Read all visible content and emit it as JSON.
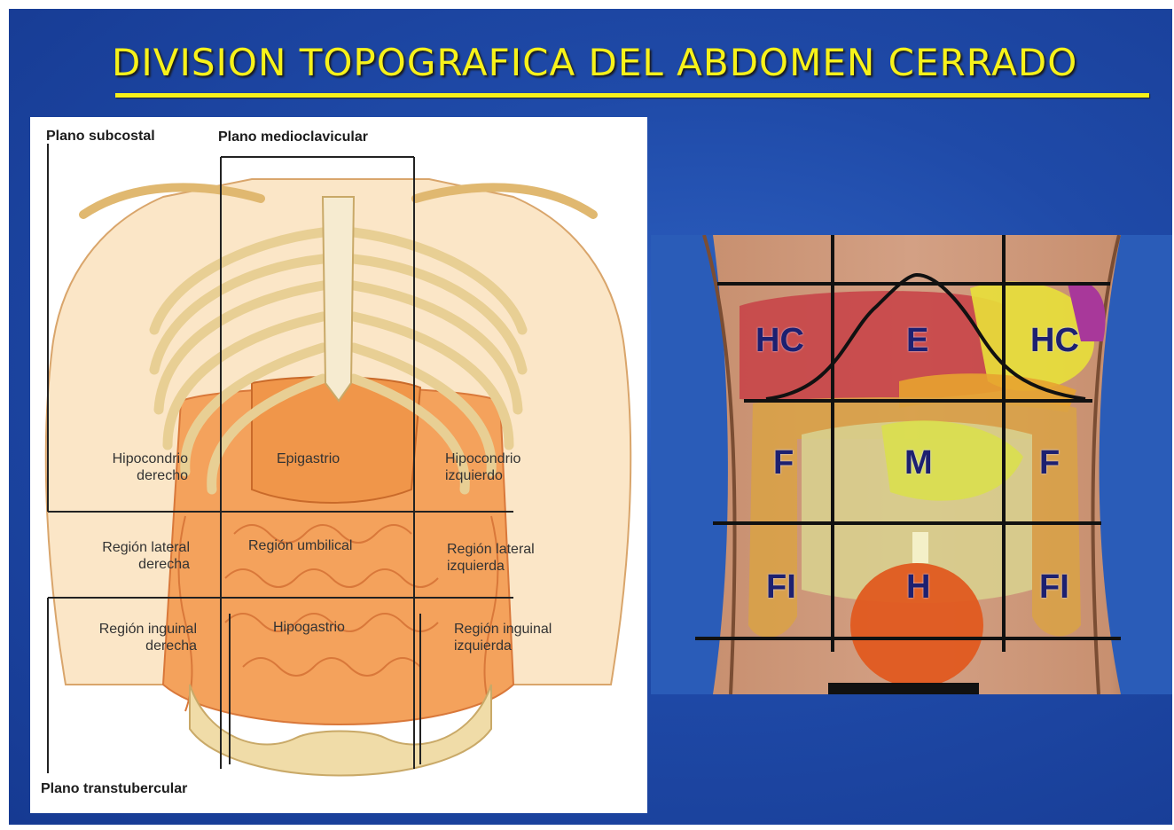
{
  "title": "DIVISION TOPOGRAFICA DEL ABDOMEN CERRADO",
  "left_figure": {
    "planes": {
      "subcostal": "Plano subcostal",
      "medioclavicular": "Plano medioclavicular",
      "transtubercular": "Plano transtubercular"
    },
    "regions": {
      "hipocondrio_derecho": [
        "Hipocondrio",
        "derecho"
      ],
      "epigastrio": "Epigastrio",
      "hipocondrio_izquierdo": [
        "Hipocondrio",
        "izquierdo"
      ],
      "lateral_derecha": [
        "Región lateral",
        "derecha"
      ],
      "umbilical": "Región umbilical",
      "lateral_izquierda": [
        "Región lateral",
        "izquierda"
      ],
      "inguinal_derecha": [
        "Región inguinal",
        "derecha"
      ],
      "hipogastrio": "Hipogastrio",
      "inguinal_izquierda": [
        "Región inguinal",
        "izquierda"
      ]
    }
  },
  "right_figure": {
    "codes": {
      "hc_left": "HC",
      "e": "E",
      "hc_right": "HC",
      "f_left": "F",
      "m": "M",
      "f_right": "F",
      "fi_left": "FI",
      "h": "H",
      "fi_right": "FI"
    }
  },
  "colors": {
    "title": "#f7f21a",
    "background": "#1f4aa8",
    "code_text": "#1d2070"
  }
}
